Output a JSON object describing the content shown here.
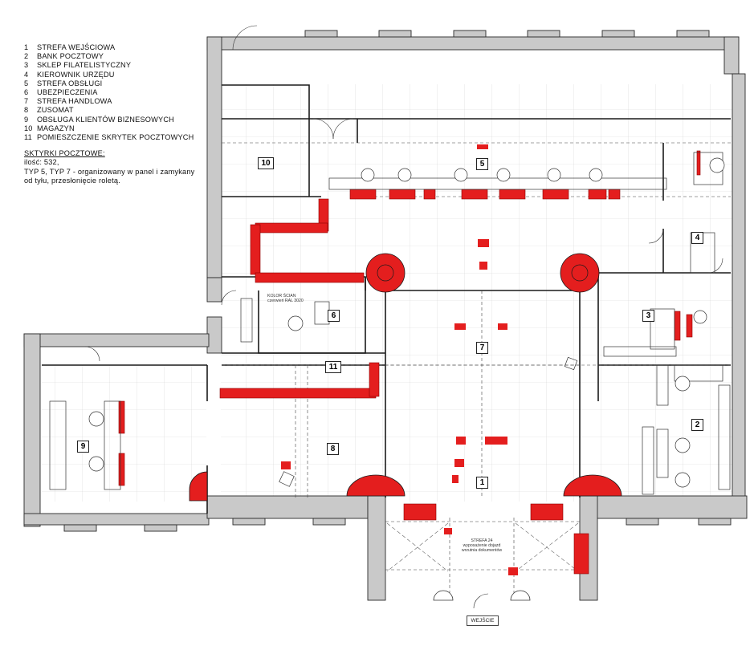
{
  "legend": {
    "items": [
      {
        "num": "1",
        "label": "STREFA WEJŚCIOWA"
      },
      {
        "num": "2",
        "label": "BANK POCZTOWY"
      },
      {
        "num": "3",
        "label": "SKLEP FILATELISTYCZNY"
      },
      {
        "num": "4",
        "label": "KIEROWNIK URZĘDU"
      },
      {
        "num": "5",
        "label": "STREFA OBSŁUGI"
      },
      {
        "num": "6",
        "label": "UBEZPIECZENIA"
      },
      {
        "num": "7",
        "label": "STREFA HANDLOWA"
      },
      {
        "num": "8",
        "label": "ZUSOMAT"
      },
      {
        "num": "9",
        "label": "OBSŁUGA KLIENTÓW BIZNESOWYCH"
      },
      {
        "num": "10",
        "label": "MAGAZYN"
      },
      {
        "num": "11",
        "label": "POMIESZCZENIE SKRYTEK POCZTOWYCH"
      }
    ],
    "boxes_header": "SKTYRKI POCZTOWE:",
    "boxes_count": "ilość: 532,",
    "boxes_desc_1": "TYP 5, TYP 7 - organizowany w panel i zamykany",
    "boxes_desc_2": "od tyłu, przesłonięcie roletą."
  },
  "zones": [
    "1",
    "2",
    "3",
    "4",
    "5",
    "6",
    "7",
    "8",
    "9",
    "10",
    "11"
  ],
  "entrance_label": "WEJŚCIE",
  "strefa24": {
    "title": "STREFA 24",
    "line1": "wyposażenie dojazd",
    "line2": "wrzutnia dokumentów"
  },
  "wall_color_note": {
    "line1": "KOLOR ŚCIAN",
    "line2": "czerwień RAL 3020"
  },
  "colors": {
    "accent": "#e41e1e",
    "wall": "#c8c8c8",
    "line": "#1a1a1a",
    "grid": "#bfbfbf"
  }
}
